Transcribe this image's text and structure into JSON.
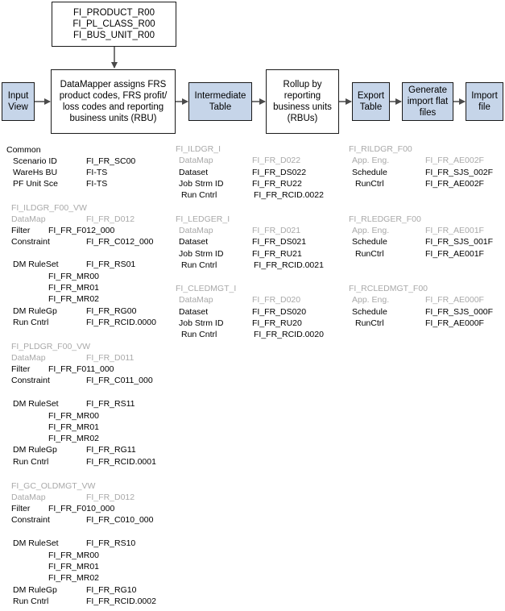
{
  "colors": {
    "box_fill_blue": "#c6d5e9",
    "line": "#4a4a4a",
    "grey_text": "#a9a9a9"
  },
  "flow": {
    "source_tables": "FI_PRODUCT_R00\nFI_PL_CLASS_R00\nFI_BUS_UNIT_R00",
    "input_view": "Input\nView",
    "datamapper": "DataMapper assigns FRS\nproduct codes, FRS profit/\nloss codes and reporting\nbusiness units (RBU)",
    "intermediate": "Intermediate\nTable",
    "rollup": "Rollup by\nreporting\nbusiness units\n(RBUs)",
    "export": "Export\nTable",
    "generate": "Generate\nimport flat\nfiles",
    "import": "Import\nfile"
  },
  "col1": {
    "common": {
      "title": "Common",
      "rows": [
        {
          "label": "Scenario ID",
          "value": "FI_FR_SC00"
        },
        {
          "label": "WareHs BU",
          "value": "FI-TS"
        },
        {
          "label": "PF Unit Sce",
          "value": "FI-TS"
        }
      ]
    },
    "sections": [
      {
        "view": "FI_ILDGR_F00_VW",
        "datamap_label": "DataMap",
        "datamap_value": "FI_FR_D012",
        "filter_label": "Filter",
        "filter_value": "FI_FR_F012_000",
        "constraint_label": "Constraint",
        "constraint_value": "FI_FR_C012_000",
        "ruleset_label": "DM RuleSet",
        "ruleset_value": "FI_FR_RS01",
        "rules": [
          "FI_FR_MR00",
          "FI_FR_MR01",
          "FI_FR_MR02"
        ],
        "rulegp_label": "DM RuleGp",
        "rulegp_value": "FI_FR_RG00",
        "runcntrl_label": "Run Cntrl",
        "runcntrl_value": "FI_FR_RCID.0000"
      },
      {
        "view": "FI_PLDGR_F00_VW",
        "datamap_label": "DataMap",
        "datamap_value": "FI_FR_D011",
        "filter_label": "Filter",
        "filter_value": "FI_FR_F011_000",
        "constraint_label": "Constraint",
        "constraint_value": "FI_FR_C011_000",
        "ruleset_label": "DM RuleSet",
        "ruleset_value": "FI_FR_RS11",
        "rules": [
          "FI_FR_MR00",
          "FI_FR_MR01",
          "FI_FR_MR02"
        ],
        "rulegp_label": "DM RuleGp",
        "rulegp_value": "FI_FR_RG11",
        "runcntrl_label": "Run Cntrl",
        "runcntrl_value": "FI_FR_RCID.0001"
      },
      {
        "view": "FI_GC_OLDMGT_VW",
        "datamap_label": "DataMap",
        "datamap_value": "FI_FR_D012",
        "filter_label": "Filter",
        "filter_value": "FI_FR_F010_000",
        "constraint_label": "Constraint",
        "constraint_value": "FI_FR_C010_000",
        "ruleset_label": "DM RuleSet",
        "ruleset_value": "FI_FR_RS10",
        "rules": [
          "FI_FR_MR00",
          "FI_FR_MR01",
          "FI_FR_MR02"
        ],
        "rulegp_label": "DM RuleGp",
        "rulegp_value": "FI_FR_RG10",
        "runcntrl_label": "Run Cntrl",
        "runcntrl_value": "FI_FR_RCID.0002"
      }
    ]
  },
  "col2": [
    {
      "table": "FI_ILDGR_I",
      "datamap_label": "DataMap",
      "datamap_value": "FI_FR_D022",
      "dataset_label": "Dataset",
      "dataset_value": "FI_FR_DS022",
      "jobstrm_label": "Job Strm ID",
      "jobstrm_value": "FI_FR_RU22",
      "runcntrl_label": "Run Cntrl",
      "runcntrl_value": "FI_FR_RCID.0022"
    },
    {
      "table": "FI_LEDGER_I",
      "datamap_label": "DataMap",
      "datamap_value": "FI_FR_D021",
      "dataset_label": "Dataset",
      "dataset_value": "FI_FR_DS021",
      "jobstrm_label": "Job Strm ID",
      "jobstrm_value": "FI_FR_RU21",
      "runcntrl_label": "Run Cntrl",
      "runcntrl_value": "FI_FR_RCID.0021"
    },
    {
      "table": "FI_CLEDMGT_I",
      "datamap_label": "DataMap",
      "datamap_value": "FI_FR_D020",
      "dataset_label": "Dataset",
      "dataset_value": "FI_FR_DS020",
      "jobstrm_label": "Job Strm ID",
      "jobstrm_value": "FI_FR_RU20",
      "runcntrl_label": "Run Cntrl",
      "runcntrl_value": "FI_FR_RCID.0020"
    }
  ],
  "col3": [
    {
      "table": "FI_RILDGR_F00",
      "appeng_label": "App. Eng.",
      "appeng_value": "FI_FR_AE002F",
      "schedule_label": "Schedule",
      "schedule_value": "FI_FR_SJS_002F",
      "runctrl_label": "RunCtrl",
      "runctrl_value": "FI_FR_AE002F"
    },
    {
      "table": "FI_RLEDGER_F00",
      "appeng_label": "App. Eng.",
      "appeng_value": "FI_FR_AE001F",
      "schedule_label": "Schedule",
      "schedule_value": "FI_FR_SJS_001F",
      "runctrl_label": "RunCtrl",
      "runctrl_value": "FI_FR_AE001F"
    },
    {
      "table": "FI_RCLEDMGT_F00",
      "appeng_label": "App. Eng.",
      "appeng_value": "FI_FR_AE000F",
      "schedule_label": "Schedule",
      "schedule_value": "FI_FR_SJS_000F",
      "runctrl_label": "RunCtrl",
      "runctrl_value": "FI_FR_AE000F"
    }
  ]
}
